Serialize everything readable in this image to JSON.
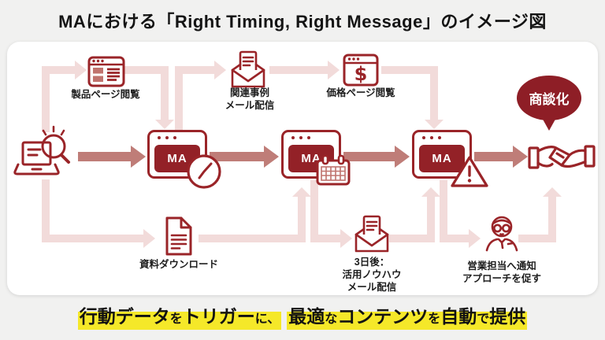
{
  "header": {
    "title": "MAにおける「Right Timing, Right Message」のイメージ図"
  },
  "footer": {
    "phrases": [
      {
        "segments": [
          {
            "text": "行動データ",
            "large": true
          },
          {
            "text": "を",
            "large": false
          },
          {
            "text": "トリガー",
            "large": true
          },
          {
            "text": "に、",
            "large": false
          }
        ]
      },
      {
        "segments": [
          {
            "text": "最適",
            "large": true
          },
          {
            "text": "な",
            "large": false
          },
          {
            "text": "コンテンツ",
            "large": true
          },
          {
            "text": "を",
            "large": false
          },
          {
            "text": "自動",
            "large": true
          },
          {
            "text": "で",
            "large": false
          },
          {
            "text": "提供",
            "large": true
          }
        ]
      }
    ]
  },
  "flow": {
    "visitor": {
      "icon": "laptop-search-icon"
    },
    "ma_nodes": [
      {
        "label": "MA",
        "status_icon": "clock-icon"
      },
      {
        "label": "MA",
        "status_icon": "calendar-icon"
      },
      {
        "label": "MA",
        "status_icon": "warning-icon"
      }
    ],
    "deal": {
      "bubble_label": "商談化",
      "icon": "handshake-icon"
    },
    "events": [
      {
        "id": "product-page",
        "icon": "browser-page-icon",
        "lines": [
          "製品ページ閲覧"
        ]
      },
      {
        "id": "case-mail",
        "icon": "mail-open-icon",
        "lines": [
          "関連事例",
          "メール配信"
        ]
      },
      {
        "id": "price-page",
        "icon": "dollar-page-icon",
        "lines": [
          "価格ページ閲覧"
        ]
      },
      {
        "id": "download",
        "icon": "document-icon",
        "lines": [
          "資料ダウンロード"
        ]
      },
      {
        "id": "nurture-mail",
        "icon": "mail-open-icon",
        "lines": [
          "3日後：",
          "活用ノウハウ",
          "メール配信"
        ]
      },
      {
        "id": "sales-notify",
        "icon": "sales-person-icon",
        "lines": [
          "営業担当へ通知",
          "アプローチを促す"
        ]
      }
    ]
  },
  "colors": {
    "dark_red": "#9a2428",
    "panel_red": "#932127",
    "bubble_red": "#8e1e26",
    "arrow_rose": "#bf7d78",
    "path_pink": "#f2dbda",
    "highlight_yellow": "#f5e829",
    "card_bg": "#ffffff",
    "page_bg": "#f1f1f0"
  }
}
